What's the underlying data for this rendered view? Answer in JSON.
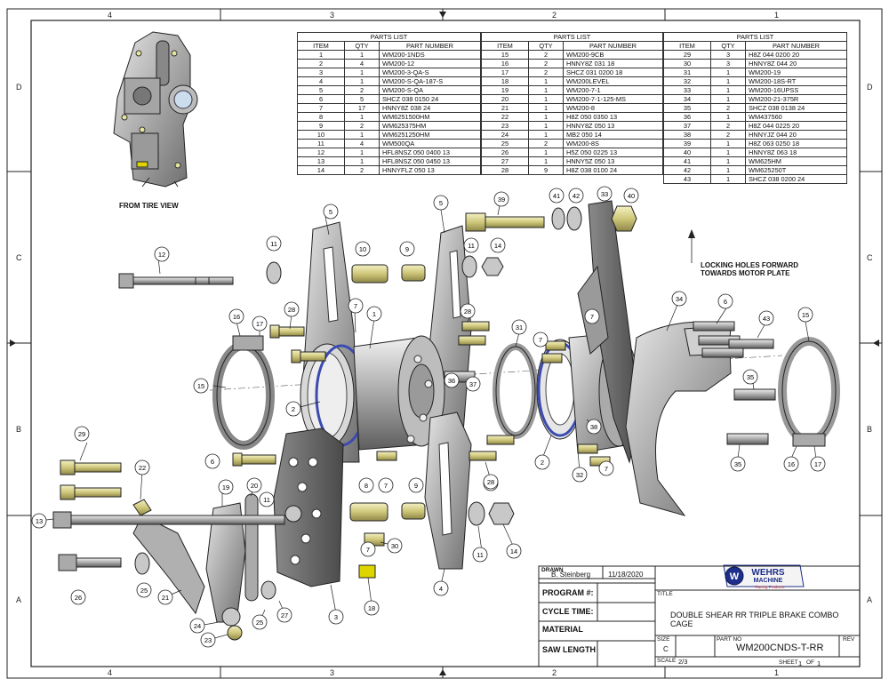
{
  "zone_numbers": [
    "4",
    "3",
    "2",
    "1"
  ],
  "zone_letters": [
    "D",
    "C",
    "B",
    "A"
  ],
  "parts_list": {
    "title": "PARTS LIST",
    "headers": [
      "ITEM",
      "QTY",
      "PART NUMBER"
    ],
    "col1": [
      [
        "1",
        "1",
        "WM200-1NDS"
      ],
      [
        "2",
        "4",
        "WM200-12"
      ],
      [
        "3",
        "1",
        "WM200-3-QA-S"
      ],
      [
        "4",
        "1",
        "WM200-S-QA-187-S"
      ],
      [
        "5",
        "2",
        "WM200-S-QA"
      ],
      [
        "6",
        "5",
        "SHCZ 038 0150 24"
      ],
      [
        "7",
        "17",
        "HNNY8Z 038 24"
      ],
      [
        "8",
        "1",
        "WM6251500HM"
      ],
      [
        "9",
        "2",
        "WM625375HM"
      ],
      [
        "10",
        "1",
        "WM6251250HM"
      ],
      [
        "11",
        "4",
        "WM500QA"
      ],
      [
        "12",
        "1",
        "HFL8NSZ 050 0400 13"
      ],
      [
        "13",
        "1",
        "HFL8NSZ 050 0450 13"
      ],
      [
        "14",
        "2",
        "HNNYFLZ 050 13"
      ]
    ],
    "col2": [
      [
        "15",
        "2",
        "WM200-9CB"
      ],
      [
        "16",
        "2",
        "HNNY8Z 031 18"
      ],
      [
        "17",
        "2",
        "SHCZ 031 0200 18"
      ],
      [
        "18",
        "1",
        "WM200LEVEL"
      ],
      [
        "19",
        "1",
        "WM200-7-1"
      ],
      [
        "20",
        "1",
        "WM200-7-1-125-MS"
      ],
      [
        "21",
        "1",
        "WM200-8"
      ],
      [
        "22",
        "1",
        "H8Z 050 0350 13"
      ],
      [
        "23",
        "1",
        "HNNY8Z 050 13"
      ],
      [
        "24",
        "1",
        "MB2 050 14"
      ],
      [
        "25",
        "2",
        "WM200-8S"
      ],
      [
        "26",
        "1",
        "H5Z 050 0225 13"
      ],
      [
        "27",
        "1",
        "HNNY5Z 050 13"
      ],
      [
        "28",
        "9",
        "H8Z 038 0100 24"
      ]
    ],
    "col3": [
      [
        "29",
        "3",
        "H8Z 044 0200 20"
      ],
      [
        "30",
        "3",
        "HNNY8Z 044 20"
      ],
      [
        "31",
        "1",
        "WM200-19"
      ],
      [
        "32",
        "1",
        "WM200-18S-RT"
      ],
      [
        "33",
        "1",
        "WM200-16UPSS"
      ],
      [
        "34",
        "1",
        "WM200-21-375R"
      ],
      [
        "35",
        "2",
        "SHCZ 038 0138 24"
      ],
      [
        "36",
        "1",
        "WM437560"
      ],
      [
        "37",
        "2",
        "H8Z 044 0225 20"
      ],
      [
        "38",
        "2",
        "HNNYJZ 044 20"
      ],
      [
        "39",
        "1",
        "H8Z 063 0250 18"
      ],
      [
        "40",
        "1",
        "HNNY8Z 063 18"
      ],
      [
        "41",
        "1",
        "WM625HM"
      ],
      [
        "42",
        "1",
        "WM625250T"
      ],
      [
        "43",
        "1",
        "SHCZ 038 0200 24"
      ]
    ]
  },
  "notes": {
    "tire_view": "FROM TIRE VIEW",
    "locking_line1": "LOCKING HOLES FORWARD",
    "locking_line2": "TOWARDS MOTOR PLATE"
  },
  "balloons": [
    "1",
    "2",
    "2",
    "3",
    "4",
    "5",
    "5",
    "6",
    "6",
    "7",
    "7",
    "7",
    "7",
    "7",
    "7",
    "7",
    "8",
    "9",
    "9",
    "10",
    "11",
    "11",
    "11",
    "11",
    "12",
    "13",
    "14",
    "14",
    "15",
    "15",
    "16",
    "16",
    "17",
    "17",
    "18",
    "19",
    "20",
    "21",
    "22",
    "23",
    "24",
    "25",
    "25",
    "26",
    "27",
    "28",
    "28",
    "28",
    "29",
    "30",
    "31",
    "32",
    "33",
    "34",
    "35",
    "35",
    "36",
    "37",
    "38",
    "39",
    "40",
    "41",
    "42",
    "43"
  ],
  "logo": {
    "top": "WEHRS",
    "bottom": "MACHINE",
    "tagline": "Racing Products"
  },
  "title_block": {
    "drawn_label": "DRAWN",
    "drawn_by": "B. Steinberg",
    "drawn_date": "11/18/2020",
    "program_label": "PROGRAM #:",
    "cycle_label": "CYCLE TIME:",
    "material_label": "MATERIAL",
    "saw_label": "SAW LENGTH",
    "title_label": "TITLE",
    "title": "DOUBLE SHEAR RR TRIPLE BRAKE COMBO CAGE",
    "size_label": "SIZE",
    "size": "C",
    "part_no_label": "PART NO",
    "part_no": "WM200CNDS-T-RR",
    "rev_label": "REV",
    "scale_label": "SCALE",
    "scale": "2/3",
    "sheet_label": "SHEET",
    "sheet": "1",
    "of_label": "OF",
    "sheet_total": "1"
  },
  "colors": {
    "metal": "#b9b9b9",
    "metal_dark": "#6d6d6d",
    "brass": "#d9d48f",
    "bearing": "#3b4bb0",
    "line": "#111111"
  }
}
